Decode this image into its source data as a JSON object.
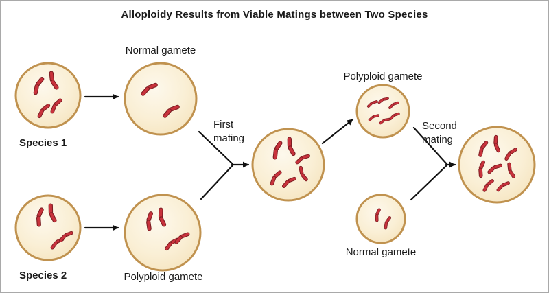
{
  "title": "Alloploidy Results from Viable Matings between Two Species",
  "cells": {
    "species1": {
      "label": "Species 1",
      "chromosomes": 4
    },
    "normal_gamete_top": {
      "label": "Normal gamete",
      "chromosomes": 2
    },
    "species2": {
      "label": "Species 2",
      "chromosomes": 4
    },
    "polyploid_gamete_bottom": {
      "label": "Polyploid gamete",
      "chromosomes": 4
    },
    "hybrid": {
      "chromosomes": 6
    },
    "polyploid_gamete_right": {
      "label": "Polyploid gamete",
      "chromosomes": 6
    },
    "normal_gamete_right": {
      "label": "Normal gamete",
      "chromosomes": 2
    },
    "allopolyploid": {
      "chromosomes": 8
    }
  },
  "annotations": {
    "first_mating": "First\nmating",
    "second_mating": "Second\nmating"
  },
  "colors": {
    "frame_border": "#a9a9a9",
    "cell_border": "#c0924f",
    "cell_fill": "#faefd5",
    "chromosome": "#c8323c",
    "chromosome_outline": "#7d1d22",
    "arrow": "#111111",
    "text": "#1a1a1a"
  }
}
